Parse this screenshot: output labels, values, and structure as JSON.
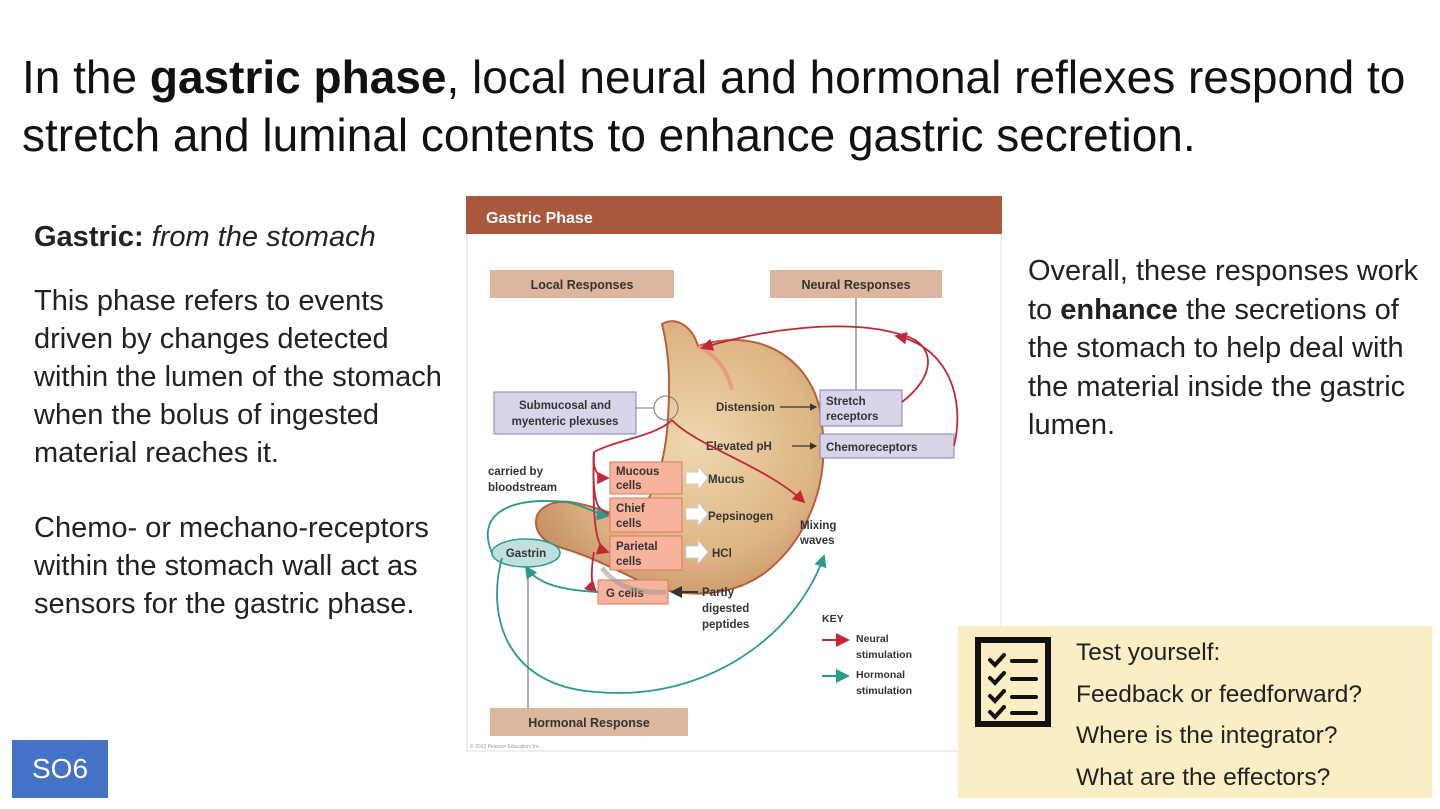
{
  "title": {
    "pre": "In the ",
    "bold": "gastric phase",
    "post": ", local neural and hormonal reflexes respond to stretch and luminal contents to enhance gastric secretion."
  },
  "left": {
    "def_term": "Gastric:",
    "def_text": "from the stomach",
    "para1": "This phase refers to events driven by changes detected within the lumen of the stomach when the bolus of ingested material reaches it.",
    "para2": "Chemo- or mechano-receptors within the stomach wall act as sensors for the gastric phase."
  },
  "right": {
    "pre": "Overall, these responses work to ",
    "bold": "enhance",
    "post": " the secretions of the stomach to help deal with the material inside the gastric lumen."
  },
  "badge": "SO6",
  "test": {
    "heading": "Test yourself:",
    "q1": "Feedback or feedforward?",
    "q2": "Where is the integrator?",
    "q3": "What are the effectors?"
  },
  "figure": {
    "header": "Gastric Phase",
    "local_responses": "Local Responses",
    "neural_responses": "Neural Responses",
    "hormonal_response": "Hormonal Response",
    "plexuses_1": "Submucosal and",
    "plexuses_2": "myenteric plexuses",
    "distension": "Distension",
    "stretch_1": "Stretch",
    "stretch_2": "receptors",
    "elevated_ph": "Elevated pH",
    "chemoreceptors": "Chemoreceptors",
    "carried_1": "carried by",
    "carried_2": "bloodstream",
    "mucous_1": "Mucous",
    "mucous_2": "cells",
    "chief_1": "Chief",
    "chief_2": "cells",
    "parietal_1": "Parietal",
    "parietal_2": "cells",
    "gcells": "G cells",
    "gastrin": "Gastrin",
    "mucus": "Mucus",
    "pepsinogen": "Pepsinogen",
    "hcl": "HCl",
    "mixing_1": "Mixing",
    "mixing_2": "waves",
    "partly_1": "Partly",
    "partly_2": "digested",
    "partly_3": "peptides",
    "key": "KEY",
    "neural_1": "Neural",
    "neural_2": "stimulation",
    "hormonal_1": "Hormonal",
    "hormonal_2": "stimulation",
    "copyright": "© 2013 Pearson Education, Inc."
  },
  "colors": {
    "header_bar": "#a9583c",
    "response_box": "#dcb79e",
    "purple_box": "#d9d4ea",
    "salmon_box": "#f7b39c",
    "neural": "#c0283a",
    "hormonal": "#2a9a8c",
    "badge": "#4472c4",
    "test_bg": "#fbeec4"
  }
}
